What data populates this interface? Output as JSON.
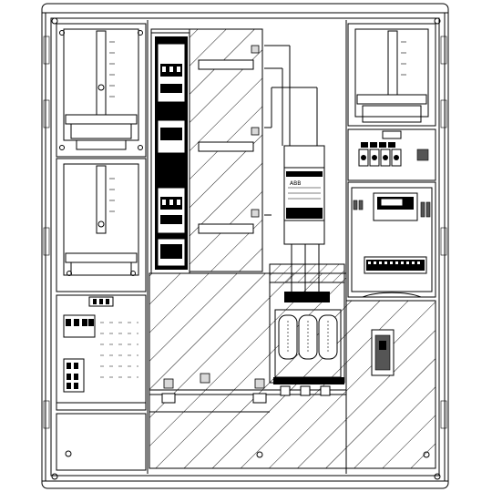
{
  "diagram": {
    "device_label": "ABB",
    "colors": {
      "line": "#000000",
      "background": "#ffffff",
      "module_grey": "#d9d9d9"
    },
    "sections": [
      "meter-panel-top-left",
      "meter-panel-middle-left",
      "terminal-panel-left",
      "blank-panel-bottom-left",
      "fuse-strip-column",
      "busbar-area",
      "abb-device",
      "main-switch",
      "meter-panel-top-right",
      "terminal-rail-right",
      "control-module-right",
      "wall-switch-right"
    ]
  }
}
